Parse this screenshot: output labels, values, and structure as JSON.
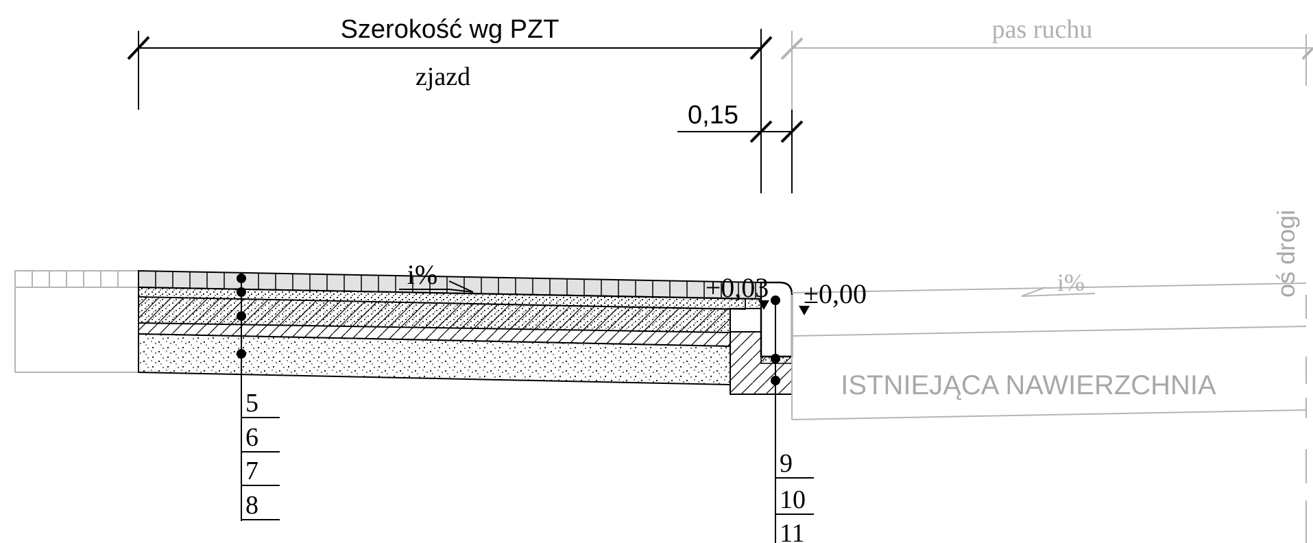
{
  "dimensions": {
    "width_label": "Szerokość wg PZT",
    "driveway_label": "zjazd",
    "curb_offset_label": "0,15",
    "lane_label": "pas ruchu"
  },
  "slopes": {
    "driveway_slope": "i%",
    "lane_slope": "i%"
  },
  "elevations": {
    "curb_top": "+0,03",
    "road_edge": "±0,00"
  },
  "existing_pavement_label": "ISTNIEJĄCA NAWIERZCHNIA",
  "road_axis_label": "oś drogi",
  "layer_refs_left": [
    "5",
    "6",
    "7",
    "8"
  ],
  "layer_refs_right": [
    "9",
    "10",
    "11"
  ],
  "colors": {
    "line": "#000000",
    "existing": "#b4b4b4",
    "paver_fill": "#e2e2e2"
  }
}
